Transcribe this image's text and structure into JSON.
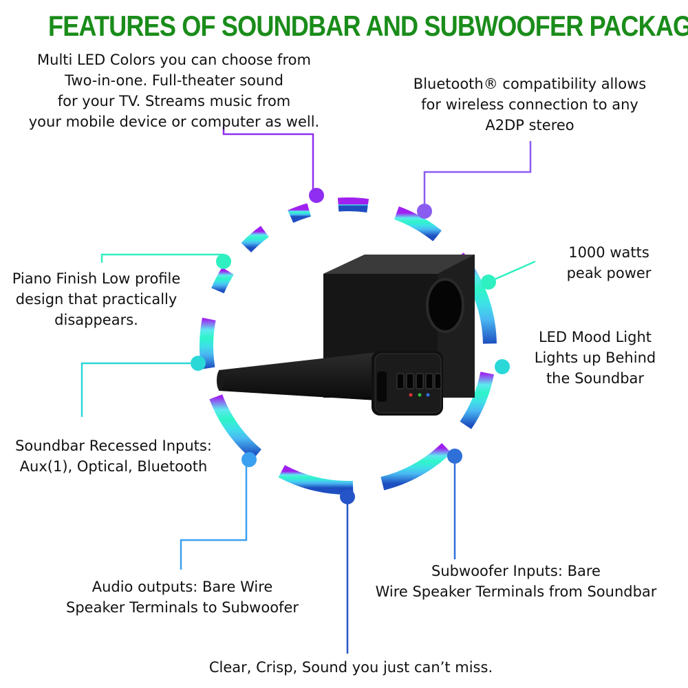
{
  "title": {
    "text": "FEATURES OF SOUNDBAR AND SUBWOOFER PACKAGE",
    "color": "#1a8c1a"
  },
  "features": {
    "multi_led": [
      "Multi LED Colors you can choose from",
      "Two-in-one. Full-theater sound",
      "for your TV. Streams music from",
      "your mobile device or computer as well."
    ],
    "bluetooth": [
      "Bluetooth® compatibility allows",
      "for wireless connection to any",
      "A2DP stereo"
    ],
    "power": [
      "1000 watts",
      "peak power"
    ],
    "piano": [
      "Piano Finish Low profile",
      "design that practically",
      "disappears."
    ],
    "led_mood": [
      "LED Mood Light",
      "Lights up Behind",
      "the Soundbar"
    ],
    "inputs": [
      "Soundbar Recessed Inputs:",
      "Aux(1), Optical, Bluetooth"
    ],
    "audio_out": [
      "Audio outputs: Bare Wire",
      "Speaker Terminals to Subwoofer"
    ],
    "sub_inputs": [
      "Subwoofer Inputs: Bare",
      "Wire Speaker Terminals from Soundbar"
    ],
    "clear": [
      "Clear, Crisp, Sound you just can’t miss."
    ]
  },
  "colors": {
    "purple": "#8f2ef0",
    "violet": "#8a5cf0",
    "mint": "#2ff0c0",
    "teal": "#2ad8d8",
    "cyan": "#45d0f5",
    "sky": "#3aa0f0",
    "blue": "#2f6fd8",
    "navy": "#2454c8"
  }
}
